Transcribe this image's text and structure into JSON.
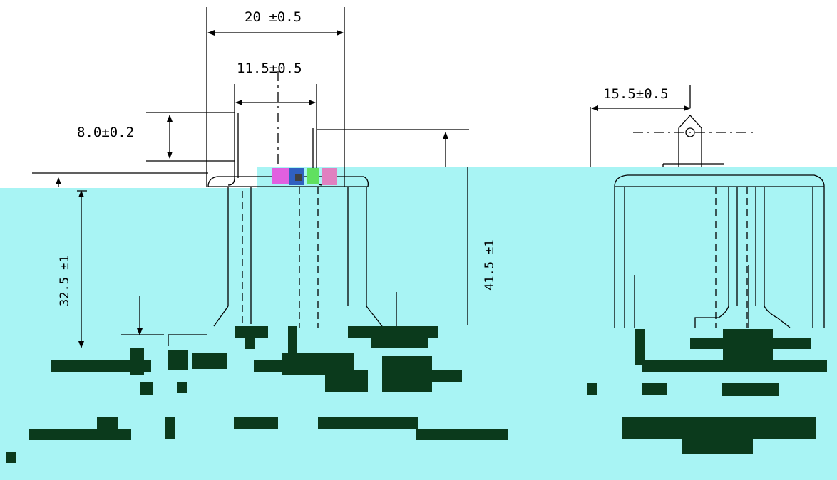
{
  "colors": {
    "background": "#ffffff",
    "region_fill": "#a8f4f4",
    "line": "#000000",
    "artifact": "#0b3a1c"
  },
  "dimensions": {
    "width_overall": "20 ±0.5",
    "width_inner": "11.5±0.5",
    "pin_length": "8.0±0.2",
    "side_width": "15.5±0.5",
    "height_lower": "32.5 ±1",
    "height_total": "41.5 ±1"
  }
}
